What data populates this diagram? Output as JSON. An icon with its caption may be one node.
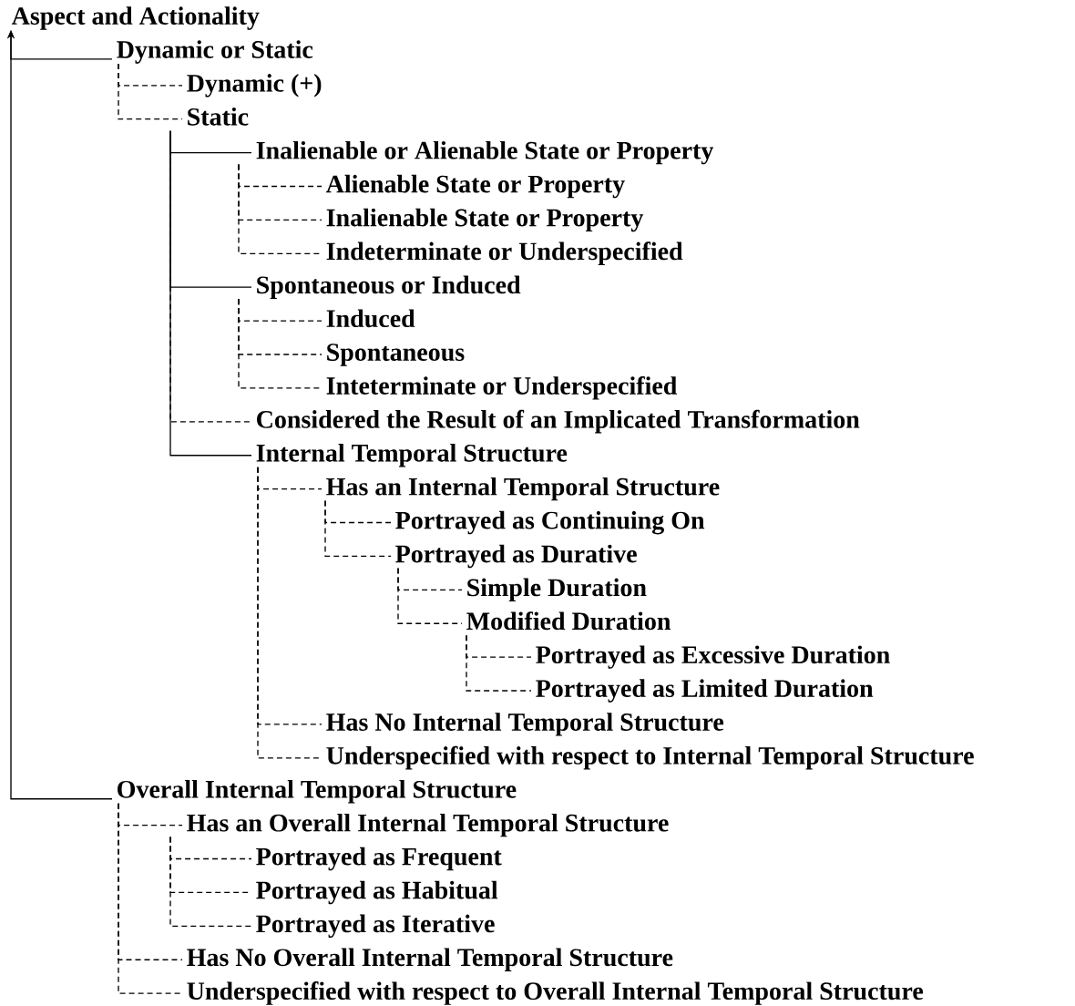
{
  "diagram": {
    "nodes": [
      {
        "text": [
          "Aspect and Actionality"
        ]
      },
      {
        "text": [
          "Dynamic or Static"
        ]
      },
      {
        "text": [
          "Dynamic (+)"
        ]
      },
      {
        "text": [
          "Static"
        ]
      },
      {
        "text": [
          "Inalienable or Alienable State or Property"
        ]
      },
      {
        "text": [
          "Alienable State or Property"
        ]
      },
      {
        "text": [
          "Inalienable State or Property"
        ]
      },
      {
        "text": [
          "Indeterminate or Underspecified"
        ]
      },
      {
        "text": [
          "Spontaneous or Induced"
        ]
      },
      {
        "text": [
          "Induced"
        ]
      },
      {
        "text": [
          "Spontaneous"
        ]
      },
      {
        "text": [
          "Inteterminate or Underspecified"
        ]
      },
      {
        "text": [
          "Considered the Result of an Implicated Transformation"
        ]
      },
      {
        "text": [
          "Internal Temporal Structure"
        ]
      },
      {
        "text": [
          "Has an Internal Temporal Structure"
        ]
      },
      {
        "text": [
          "Portrayed as Continuing On"
        ]
      },
      {
        "text": [
          "Portrayed as Durative"
        ]
      },
      {
        "text": [
          "Simple Duration"
        ]
      },
      {
        "text": [
          "Modified Duration"
        ]
      },
      {
        "text": [
          "Portrayed as Excessive Duration"
        ]
      },
      {
        "text": [
          "Portrayed as Limited Duration"
        ]
      },
      {
        "text": [
          "Has No Internal Temporal Structure"
        ]
      },
      {
        "text": [
          "Underspecified with respect to Internal Temporal Structure"
        ]
      },
      {
        "text": [
          "Overall Internal Temporal Structure"
        ]
      },
      {
        "text": [
          "Has an Overall Internal Temporal Structure"
        ]
      },
      {
        "text": [
          "Portrayed as Frequent"
        ]
      },
      {
        "text": [
          "Portrayed as Habitual"
        ]
      },
      {
        "text": [
          "Portrayed as Iterative"
        ]
      },
      {
        "text": [
          "Has No Overall Internal Temporal Structure"
        ]
      },
      {
        "text": [
          "Underspecified with respect to Overall Internal Temporal Structure"
        ]
      }
    ],
    "edges": [
      {
        "from": 1,
        "to": 0,
        "arrow": "to"
      },
      {
        "from": 1,
        "to": 2,
        "arrow": "none",
        "style": "dashed"
      },
      {
        "from": 1,
        "to": 3,
        "arrow": "none",
        "style": "dashed"
      },
      {
        "from": 3,
        "to": 4,
        "arrow": "none"
      },
      {
        "from": 4,
        "to": 5,
        "arrow": "none",
        "style": "dashed"
      },
      {
        "from": 4,
        "to": 6,
        "arrow": "none",
        "style": "dashed"
      },
      {
        "from": 4,
        "to": 7,
        "arrow": "none",
        "style": "dashed"
      },
      {
        "from": 3,
        "to": 8,
        "arrow": "none"
      },
      {
        "from": 8,
        "to": 9,
        "arrow": "none",
        "style": "dashed"
      },
      {
        "from": 8,
        "to": 10,
        "arrow": "none",
        "style": "dashed"
      },
      {
        "from": 8,
        "to": 11,
        "arrow": "none",
        "style": "dashed"
      },
      {
        "from": 3,
        "to": 12,
        "arrow": "none",
        "style": "dashed"
      },
      {
        "from": 3,
        "to": 13,
        "arrow": "none"
      },
      {
        "from": 13,
        "to": 14,
        "arrow": "none",
        "style": "dashed"
      },
      {
        "from": 14,
        "to": 15,
        "arrow": "none",
        "style": "dashed"
      },
      {
        "from": 14,
        "to": 16,
        "arrow": "none",
        "style": "dashed"
      },
      {
        "from": 16,
        "to": 17,
        "arrow": "none",
        "style": "dashed"
      },
      {
        "from": 16,
        "to": 18,
        "arrow": "none",
        "style": "dashed"
      },
      {
        "from": 18,
        "to": 19,
        "arrow": "none",
        "style": "dashed"
      },
      {
        "from": 18,
        "to": 20,
        "arrow": "none",
        "style": "dashed"
      },
      {
        "from": 13,
        "to": 21,
        "arrow": "none",
        "style": "dashed"
      },
      {
        "from": 13,
        "to": 22,
        "arrow": "none",
        "style": "dashed"
      },
      {
        "from": 23,
        "to": 0,
        "arrow": "to"
      },
      {
        "from": 23,
        "to": 24,
        "arrow": "none",
        "style": "dashed"
      },
      {
        "from": 24,
        "to": 25,
        "arrow": "none",
        "style": "dashed"
      },
      {
        "from": 24,
        "to": 26,
        "arrow": "none",
        "style": "dashed"
      },
      {
        "from": 24,
        "to": 27,
        "arrow": "none",
        "style": "dashed"
      },
      {
        "from": 23,
        "to": 28,
        "arrow": "none",
        "style": "dashed"
      },
      {
        "from": 23,
        "to": 29,
        "arrow": "none",
        "style": "dashed"
      }
    ]
  }
}
